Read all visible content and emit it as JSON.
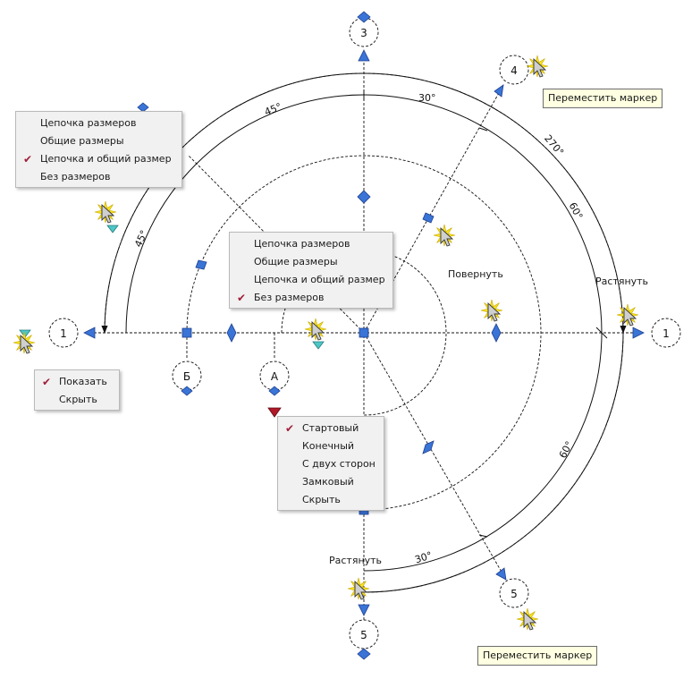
{
  "colors": {
    "line": "#111111",
    "grip": "#3a74d6",
    "grip_dark": "#1d3f8f",
    "check": "#a0203a",
    "star": "#f7e21c",
    "tooltip_bg": "#ffffe1",
    "menu_bg": "#f1f1f1",
    "arrow_teal": "#4cc7c7",
    "arrow_red": "#b01828"
  },
  "bubbles": {
    "top": "3",
    "top_right": "4",
    "left": "1",
    "right": "1",
    "bottom": "5",
    "bottom_right": "5",
    "b_left": "Б",
    "a_left": "А"
  },
  "dims": {
    "a30_top": "30°",
    "a45_top": "45°",
    "a45_left": "45°",
    "a270": "270°",
    "a60_right": "60°",
    "a60_low": "60°",
    "a30_bottom": "30°"
  },
  "menu_top_left": {
    "items": [
      {
        "label": "Цепочка размеров",
        "checked": false
      },
      {
        "label": "Общие размеры",
        "checked": false
      },
      {
        "label": "Цепочка и общий размер",
        "checked": true
      },
      {
        "label": "Без размеров",
        "checked": false
      }
    ]
  },
  "menu_center": {
    "items": [
      {
        "label": "Цепочка размеров",
        "checked": false
      },
      {
        "label": "Общие размеры",
        "checked": false
      },
      {
        "label": "Цепочка и общий размер",
        "checked": false
      },
      {
        "label": "Без размеров",
        "checked": true
      }
    ]
  },
  "menu_show": {
    "items": [
      {
        "label": "Показать",
        "checked": true
      },
      {
        "label": "Скрыть",
        "checked": false
      }
    ]
  },
  "menu_start": {
    "items": [
      {
        "label": "Стартовый",
        "checked": true
      },
      {
        "label": "Конечный",
        "checked": false
      },
      {
        "label": "С двух сторон",
        "checked": false
      },
      {
        "label": "Замковый",
        "checked": false
      },
      {
        "label": "Скрыть",
        "checked": false
      }
    ]
  },
  "labels": {
    "rotate": "Повернуть",
    "stretch_right": "Растянуть",
    "stretch_bottom": "Растянуть"
  },
  "tooltips": {
    "move_marker_top": "Переместить маркер",
    "move_marker_bottom": "Переместить маркер"
  },
  "icons": {
    "grip": "diamond-grip-icon",
    "square": "square-grip-icon",
    "cursor": "cursor-arrow-icon",
    "star": "star-burst-icon",
    "check": "check-mark-icon",
    "tri": "triangle-arrow-icon"
  }
}
